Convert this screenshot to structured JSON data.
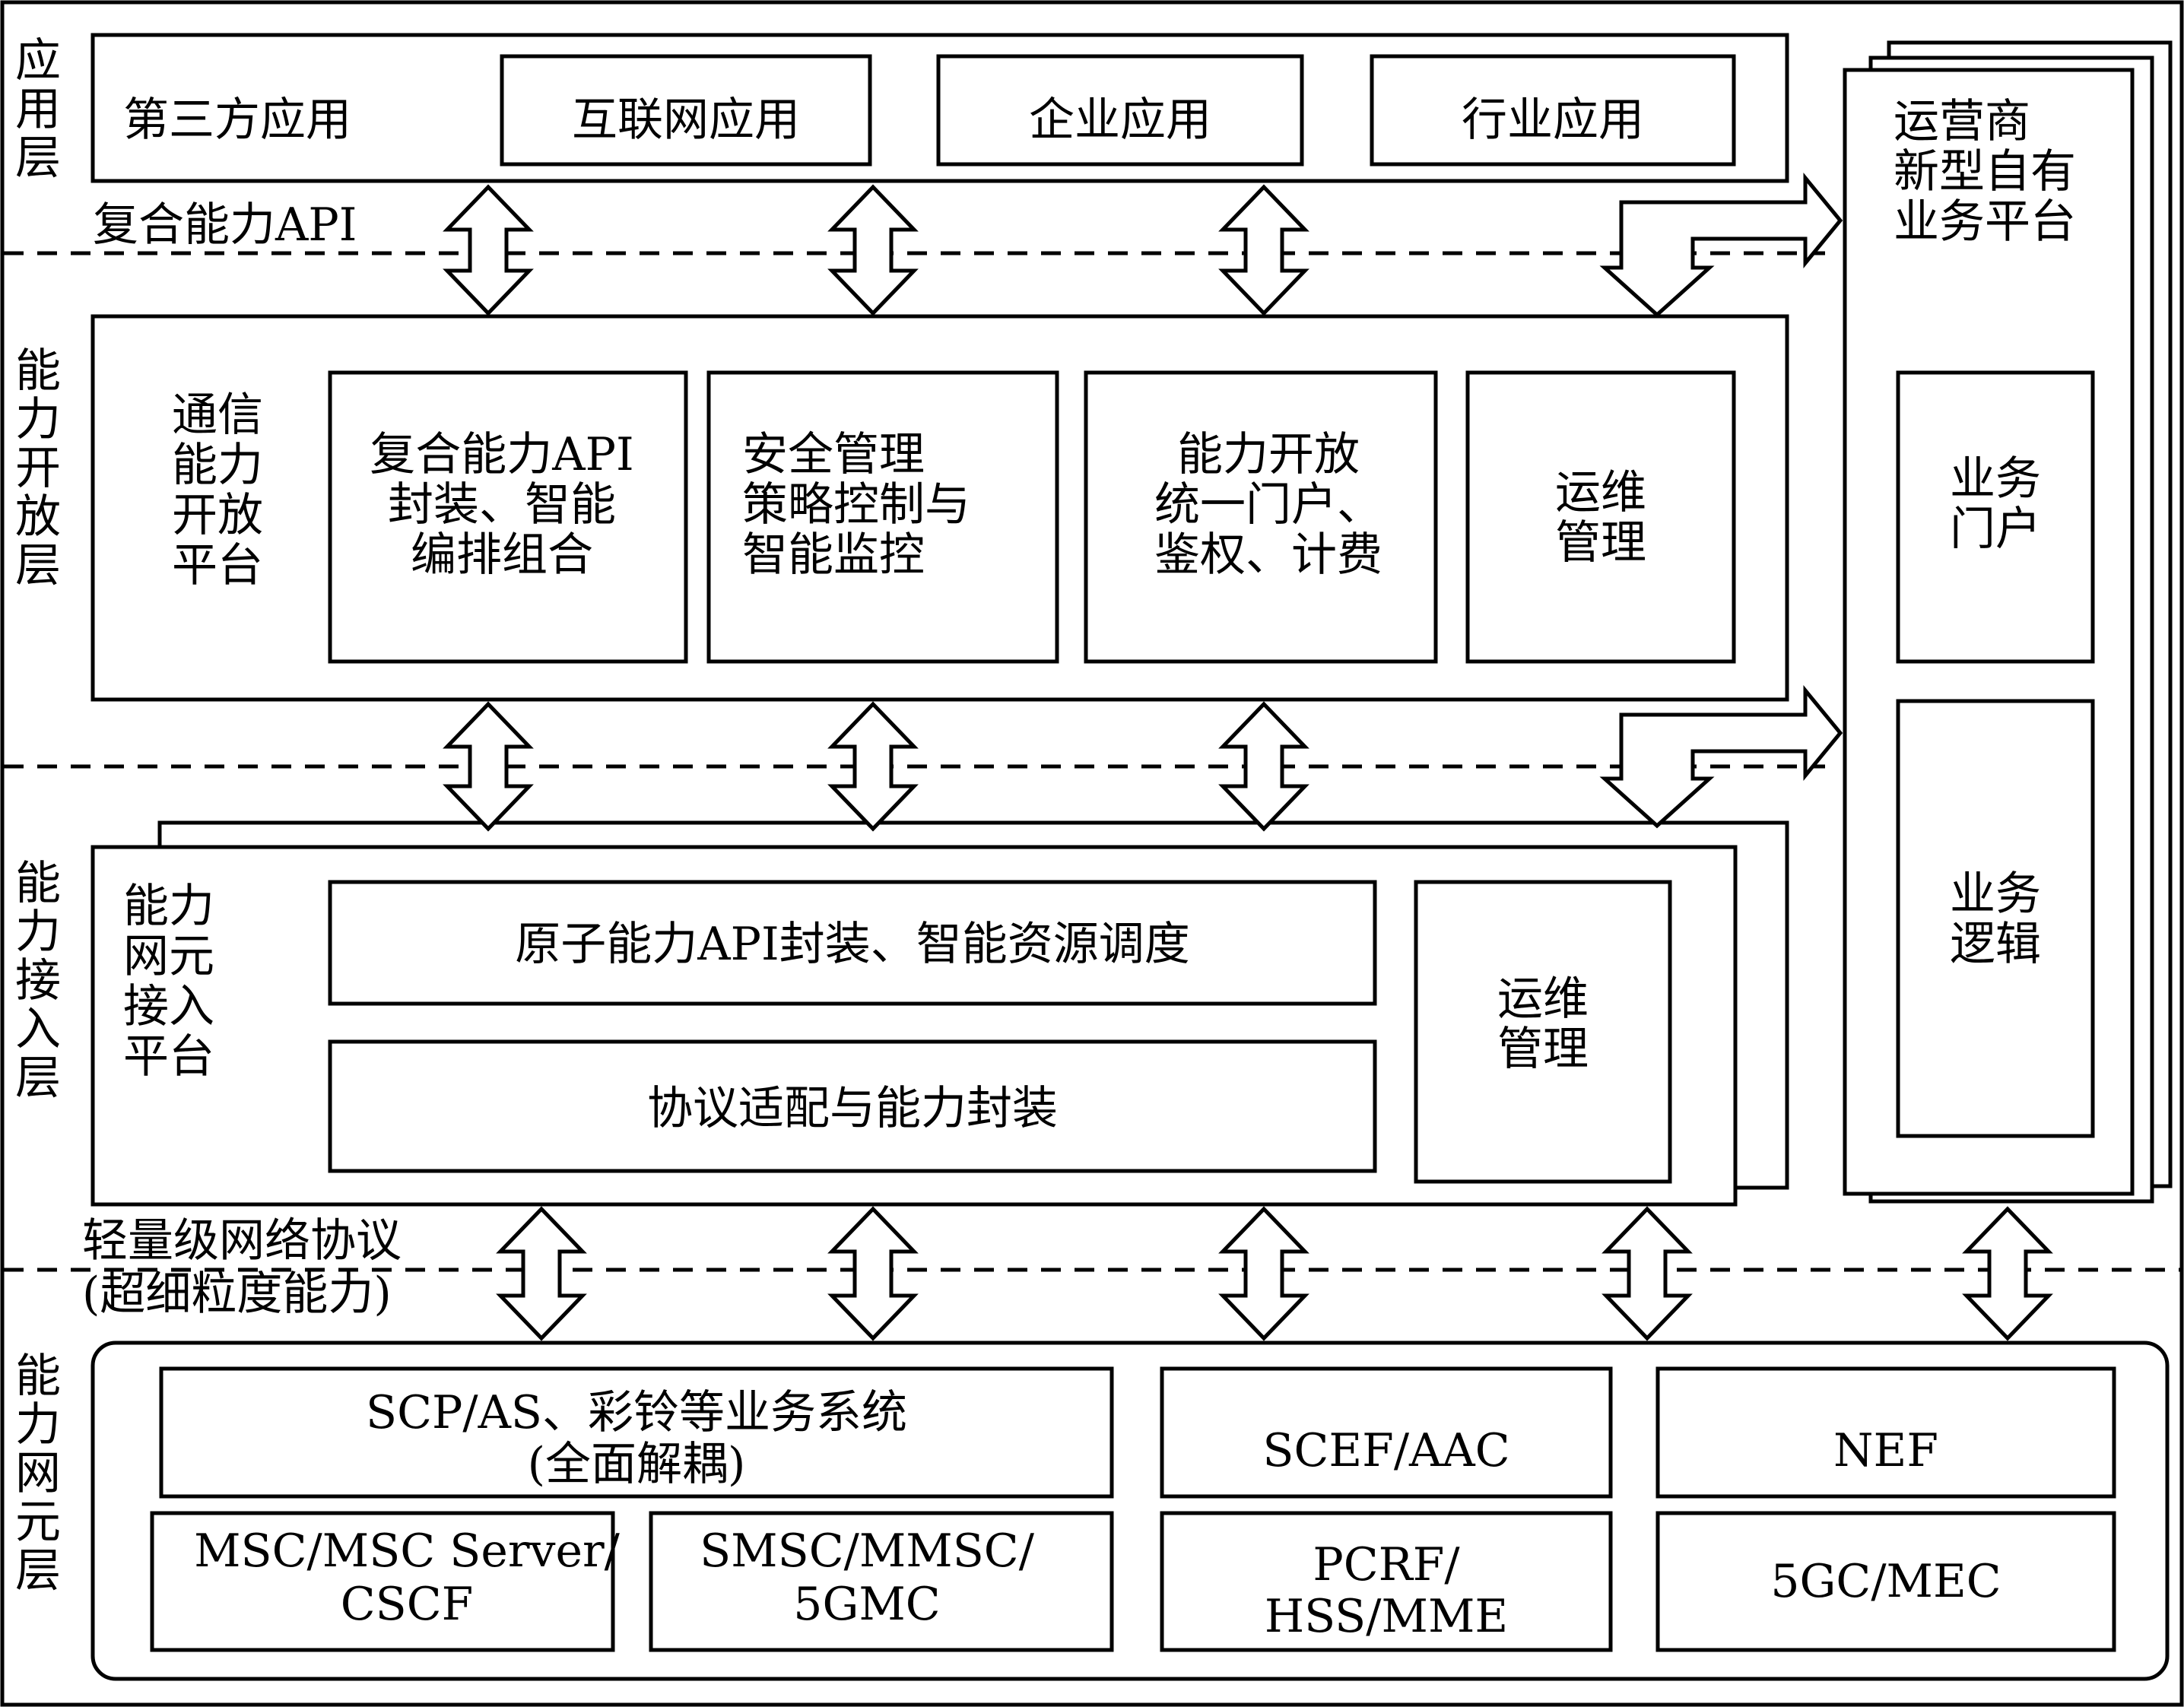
{
  "layers": {
    "application": "应用层",
    "capability_open": "能力开放层",
    "capability_access": "能力接入层",
    "network_element": "能力网元层"
  },
  "interfaces": {
    "composite_api": "复合能力API",
    "lightweight_protocol": "轻量级网络协议",
    "fine_grained": "(超细粒度能力)"
  },
  "application_layer": {
    "third_party": "第三方应用",
    "apps": [
      "互联网应用",
      "企业应用",
      "行业应用"
    ]
  },
  "open_platform": {
    "title": [
      "通信",
      "能力",
      "开放",
      "平台"
    ],
    "modules": [
      [
        "复合能力API",
        "封装、智能",
        "编排组合"
      ],
      [
        "安全管理",
        "策略控制与",
        "智能监控"
      ],
      [
        "能力开放",
        "统一门户、",
        "鉴权、计费"
      ],
      [
        "运维",
        "管理"
      ]
    ]
  },
  "access_platform": {
    "title": [
      "能力",
      "网元",
      "接入",
      "平台"
    ],
    "atomic": "原子能力API封装、智能资源调度",
    "protocol": "协议适配与能力封装",
    "ops": [
      "运维",
      "管理"
    ]
  },
  "operator_platform": {
    "title": [
      "运营商",
      "新型自有",
      "业务平台"
    ],
    "portal": [
      "业务",
      "门户"
    ],
    "logic": [
      "业务",
      "逻辑"
    ]
  },
  "network_elements": {
    "top": [
      [
        "SCP/AS、彩铃等业务系统",
        "(全面解耦)"
      ],
      [
        "SCEF/AAC"
      ],
      [
        "NEF"
      ]
    ],
    "bottom": [
      [
        "MSC/MSC Server/",
        "CSCF"
      ],
      [
        "SMSC/MMSC/",
        "5GMC"
      ],
      [
        "PCRF/",
        "HSS/MME"
      ],
      [
        "5GC/MEC"
      ]
    ]
  }
}
